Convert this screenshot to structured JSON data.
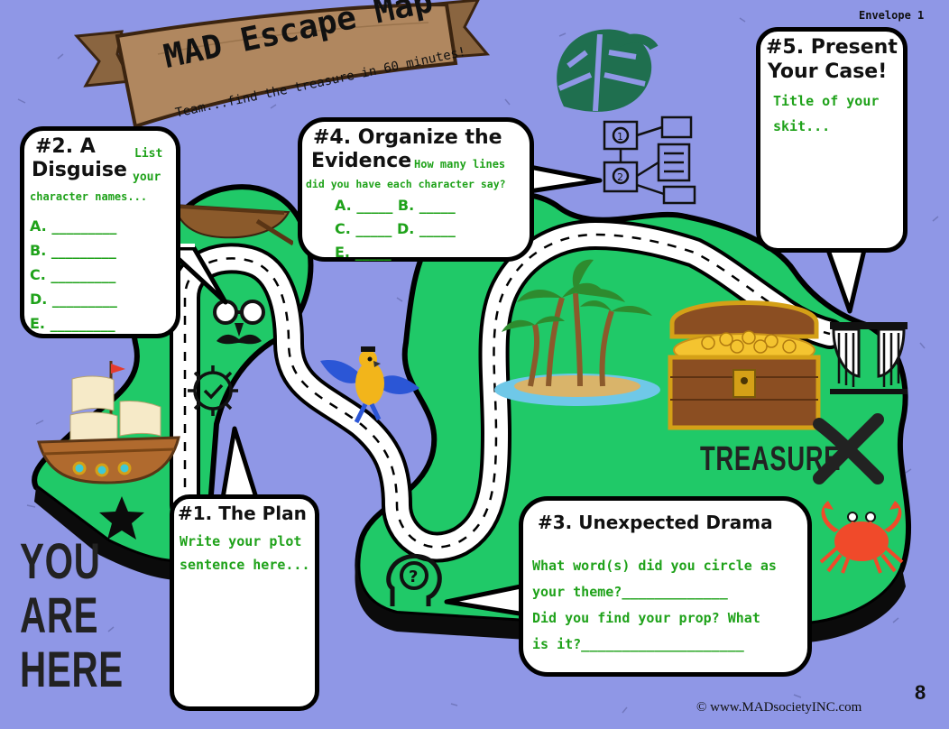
{
  "header": {
    "envelope": "Envelope 1",
    "banner_title": "MAD Escape Map",
    "banner_subtitle": "Team...find the treasure in 60 minutes!"
  },
  "bubble_disguise": {
    "title_line1": "#2. A",
    "title_line2": "Disguise",
    "prompt_a": "List",
    "prompt_b": "your",
    "prompt_c": "character names...",
    "lines": [
      "A. _________",
      "B. _________",
      "C. _________",
      "D. _________",
      "E. _________"
    ]
  },
  "bubble_evidence": {
    "title_line1": "#4. Organize the",
    "title_line2": "Evidence",
    "prompt_a": "How many lines",
    "prompt_b": "did you have each character say?",
    "row1": "A. _____ B. _____",
    "row2": "C. _____ D. _____",
    "row3": "E. _____"
  },
  "bubble_present": {
    "title_line1": "#5. Present",
    "title_line2": "Your Case!",
    "prompt_a": "Title of your",
    "prompt_b": "skit..."
  },
  "bubble_plan": {
    "title": "#1. The Plan",
    "prompt_a": "Write your plot",
    "prompt_b": "sentence here..."
  },
  "bubble_drama": {
    "title": "#3. Unexpected Drama",
    "line1": "What word(s) did you circle as",
    "line2": "your theme?_____________",
    "line3": "Did you find your prop? What",
    "line4": "is it?____________________"
  },
  "map": {
    "treasure_label": "TREASURE",
    "you": "YOU",
    "are": "ARE",
    "here": "HERE"
  },
  "footer": {
    "copyright": "© www.MADsocietyINC.com",
    "page_number": "8"
  },
  "colors": {
    "sea": "#8f97e6",
    "island": "#1fcc66",
    "accent_green": "#1fa21a",
    "banner": "#b0875f"
  },
  "icons": [
    "rowboat-icon",
    "disguise-glasses-icon",
    "gear-check-icon",
    "parrot-icon",
    "pirate-ship-icon",
    "star-icon",
    "head-question-icon",
    "palm-island-icon",
    "treasure-chest-icon",
    "x-mark-icon",
    "crab-icon",
    "curtain-stage-icon",
    "evidence-board-icon",
    "monstera-leaf-icon"
  ]
}
